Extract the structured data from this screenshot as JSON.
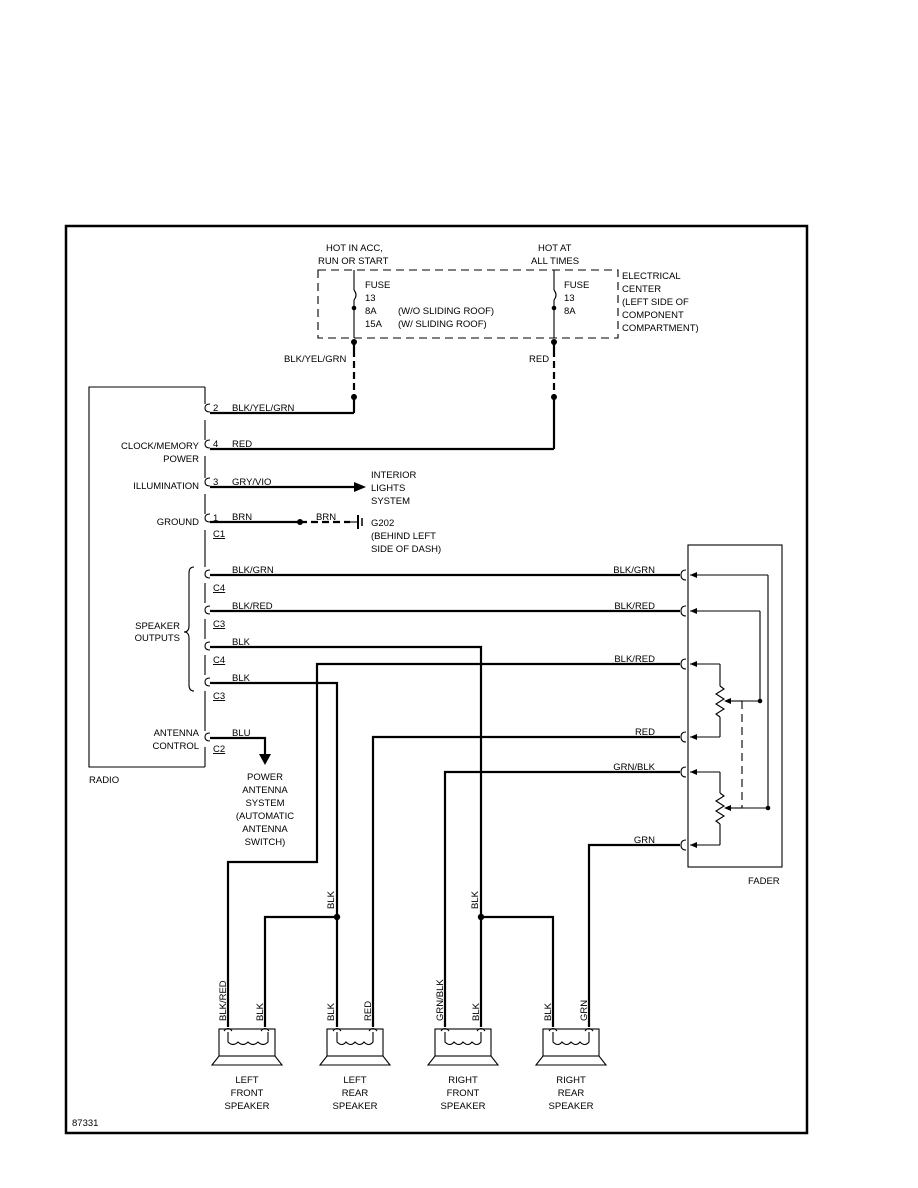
{
  "supply": {
    "hot_acc": [
      "HOT IN ACC,",
      "RUN OR START"
    ],
    "hot_always": [
      "HOT AT",
      "ALL TIMES"
    ],
    "fuse_a": [
      "FUSE",
      "13",
      "8A",
      "15A"
    ],
    "fuse_a_notes": [
      "(W/O SLIDING ROOF)",
      "(W/ SLIDING ROOF)"
    ],
    "fuse_b": [
      "FUSE",
      "13",
      "8A"
    ],
    "center": [
      "ELECTRICAL",
      "CENTER",
      "(LEFT SIDE OF",
      "COMPONENT",
      "COMPARTMENT)"
    ],
    "wire_a": "BLK/YEL/GRN",
    "wire_b": "RED"
  },
  "radio": {
    "name": "RADIO",
    "clock_label": [
      "CLOCK/MEMORY",
      "POWER"
    ],
    "illum_label": "ILLUMINATION",
    "ground_label": "GROUND",
    "spk_label": [
      "SPEAKER",
      "OUTPUTS"
    ],
    "ant_label": [
      "ANTENNA",
      "CONTROL"
    ],
    "pins": {
      "p2": "2",
      "p2w": "BLK/YEL/GRN",
      "p4": "4",
      "p4w": "RED",
      "p3": "3",
      "p3w": "GRY/VIO",
      "p1": "1",
      "p1w": "BRN",
      "c1": "C1",
      "s1w": "BLK/GRN",
      "s1c": "C4",
      "s2w": "BLK/RED",
      "s2c": "C3",
      "s3w": "BLK",
      "s3c": "C4",
      "s4w": "BLK",
      "s4c": "C3",
      "antw": "BLU",
      "antc": "C2"
    }
  },
  "interior": [
    "INTERIOR",
    "LIGHTS",
    "SYSTEM"
  ],
  "ground": {
    "wire": "BRN",
    "id": "G202",
    "desc": [
      "(BEHIND LEFT",
      "SIDE OF DASH)"
    ]
  },
  "antenna": [
    "POWER",
    "ANTENNA",
    "SYSTEM",
    "(AUTOMATIC",
    "ANTENNA",
    "SWITCH)"
  ],
  "fader": {
    "name": "FADER",
    "w1": "BLK/GRN",
    "w2": "BLK/RED",
    "w3": "BLK/RED",
    "w4": "RED",
    "w5": "GRN/BLK",
    "w6": "GRN"
  },
  "speakers": {
    "lf": {
      "label": [
        "LEFT",
        "FRONT",
        "SPEAKER"
      ],
      "w1": "BLK/RED",
      "w2": "BLK"
    },
    "lr": {
      "label": [
        "LEFT",
        "REAR",
        "SPEAKER"
      ],
      "w1": "BLK",
      "w2": "RED",
      "feed": "BLK"
    },
    "rf": {
      "label": [
        "RIGHT",
        "FRONT",
        "SPEAKER"
      ],
      "w1": "GRN/BLK",
      "w2": "BLK",
      "feed": "BLK"
    },
    "rr": {
      "label": [
        "RIGHT",
        "REAR",
        "SPEAKER"
      ],
      "w1": "BLK",
      "w2": "GRN"
    }
  },
  "figure_id": "87331"
}
